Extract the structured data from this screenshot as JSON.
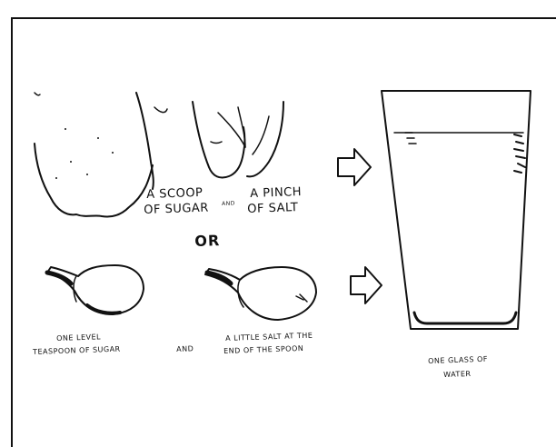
{
  "labels": {
    "scoop_line1": "A SCOOP",
    "scoop_line2": "OF SUGAR",
    "and_top": "AND",
    "pinch_line1": "A PINCH",
    "pinch_line2": "OF SALT",
    "or": "OR",
    "teaspoon_line1": "ONE LEVEL",
    "teaspoon_line2": "TEASPOON OF SUGAR",
    "and_bottom": "AND",
    "salt_spoon_line1": "A LITTLE SALT AT THE",
    "salt_spoon_line2": "END OF THE SPOON",
    "glass_line1": "ONE GLASS OF",
    "glass_line2": "WATER"
  },
  "colors": {
    "ink": "#111111",
    "paper": "#ffffff"
  }
}
